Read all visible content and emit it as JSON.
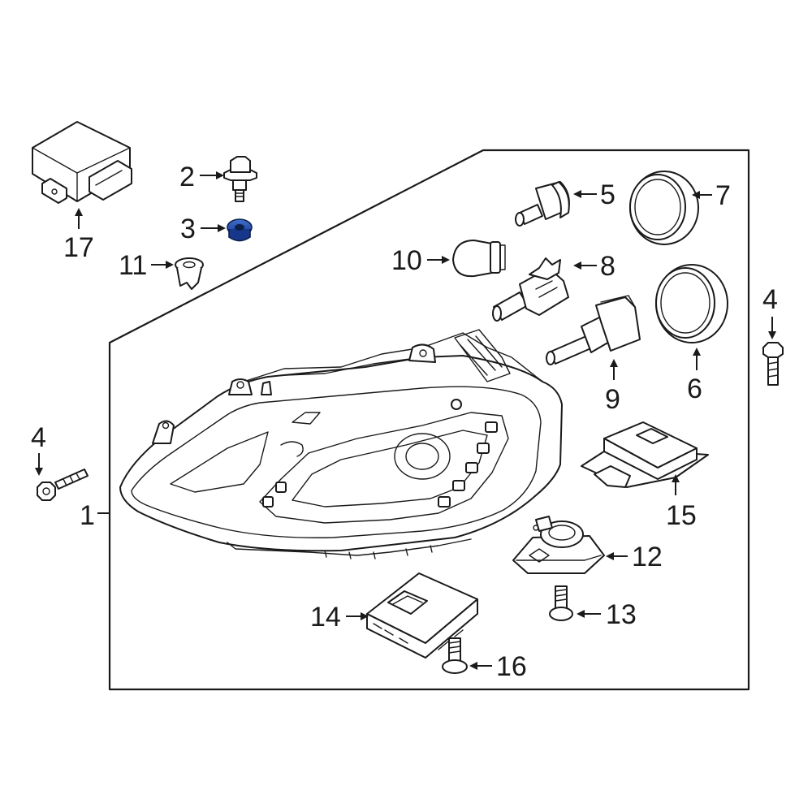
{
  "diagram": {
    "highlight_color": "#1f4ea8",
    "line_color": "#1a1a1a",
    "callouts": {
      "c1": "1",
      "c2": "2",
      "c3": "3",
      "c4a": "4",
      "c4b": "4",
      "c5": "5",
      "c6": "6",
      "c7": "7",
      "c8": "8",
      "c9": "9",
      "c10": "10",
      "c11": "11",
      "c12": "12",
      "c13": "13",
      "c14": "14",
      "c15": "15",
      "c16": "16",
      "c17": "17"
    }
  }
}
